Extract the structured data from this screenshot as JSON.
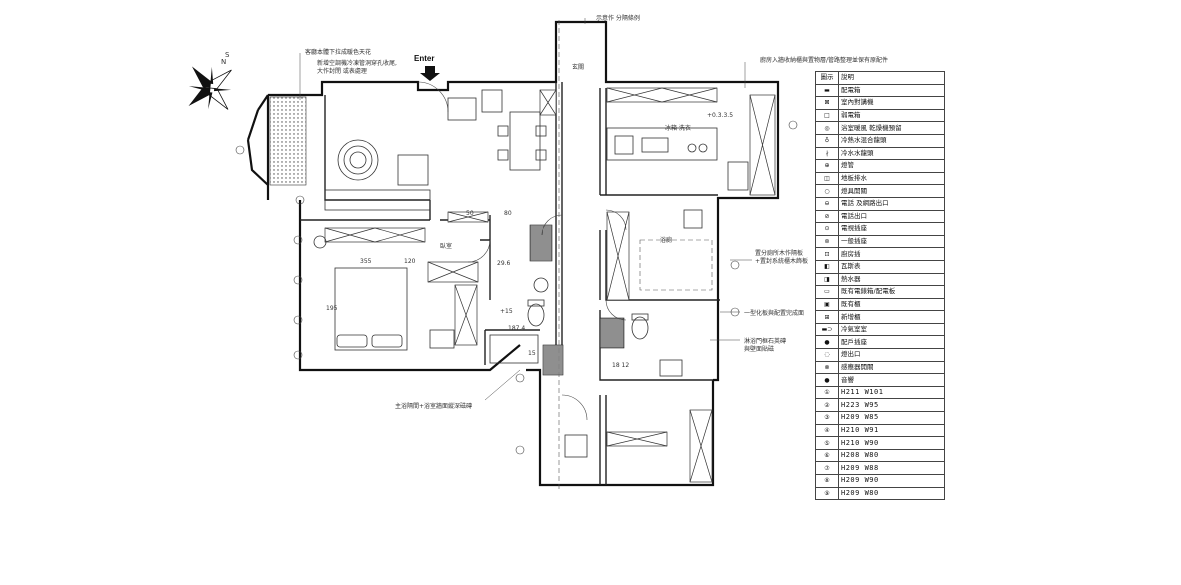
{
  "entrance": {
    "label": "Enter"
  },
  "compass": {
    "north": "N",
    "south": "S"
  },
  "annotations": {
    "top_center": "示意作 分隔條例",
    "top_left_1": "客廳本體下拉成暖色天花",
    "top_left_2": "新增空調機冷凍管洞穿孔收尾,",
    "top_left_3": "大作封閉 或表處理",
    "top_right": "廚房入牆收納櫃與置物層/管路整理並保有原配件",
    "right_1a": "置分廁所木作隔板",
    "right_1b": "+置封系統櫃木飾板",
    "right_2": "一型化板與配置完成面",
    "right_3a": "淋浴門框石英磚",
    "right_3b": "與壁面貼磁",
    "bottom_left": "主浴隔間+浴室牆面縱深磁磚",
    "kitchen_label": "冰箱 洗衣",
    "hall_label": "玄關",
    "bath_label": "浴廁",
    "bed_label": "臥室"
  },
  "dimensions": {
    "d1": "355",
    "d2": "120",
    "d3": "195",
    "d4": "29.6",
    "d5": "+15",
    "d6": "187.4",
    "d7": "15",
    "d8": "+0.3.3.5",
    "d9": "50",
    "d10": "80",
    "d11": "18 12"
  },
  "legend": {
    "headers": [
      "圖示",
      "說明"
    ],
    "items": [
      {
        "sym": "▬",
        "label": "配電箱"
      },
      {
        "sym": "⊠",
        "label": "室內對講機"
      },
      {
        "sym": "□",
        "label": "弱電箱"
      },
      {
        "sym": "◎",
        "label": "浴室暖風 乾燥機預留"
      },
      {
        "sym": "♁",
        "label": "冷熱水混合龍頭"
      },
      {
        "sym": "∤",
        "label": "冷水水龍頭"
      },
      {
        "sym": "⊕",
        "label": "燈管"
      },
      {
        "sym": "◫",
        "label": "地板排水"
      },
      {
        "sym": "○",
        "label": "燈具開關"
      },
      {
        "sym": "⊖",
        "label": "電話 及網路出口"
      },
      {
        "sym": "⊘",
        "label": "電話出口"
      },
      {
        "sym": "⊙",
        "label": "電視插座"
      },
      {
        "sym": "⊚",
        "label": "一般插座"
      },
      {
        "sym": "⊡",
        "label": "廚房插"
      },
      {
        "sym": "◧",
        "label": "瓦斯表"
      },
      {
        "sym": "◨",
        "label": "熱水器"
      },
      {
        "sym": "▭",
        "label": "既有電錶箱/配電板"
      },
      {
        "sym": "▣",
        "label": "既有櫃"
      },
      {
        "sym": "⊞",
        "label": "新增櫃"
      },
      {
        "sym": "▬⊃",
        "label": "冷氣室室"
      },
      {
        "sym": "●",
        "label": "配戶插座"
      },
      {
        "sym": "◌",
        "label": "燈出口"
      },
      {
        "sym": "⊗",
        "label": "感應器開關"
      },
      {
        "sym": "●",
        "label": "音響"
      }
    ],
    "doors": [
      {
        "sym": "①",
        "label": "H211 W101"
      },
      {
        "sym": "②",
        "label": "H223 W95"
      },
      {
        "sym": "③",
        "label": "H209 W85"
      },
      {
        "sym": "④",
        "label": "H210 W91"
      },
      {
        "sym": "⑤",
        "label": "H210 W90"
      },
      {
        "sym": "⑥",
        "label": "H208 W80"
      },
      {
        "sym": "⑦",
        "label": "H209 W88"
      },
      {
        "sym": "⑧",
        "label": "H209 W90"
      },
      {
        "sym": "⑨",
        "label": "H209 W80"
      }
    ]
  }
}
